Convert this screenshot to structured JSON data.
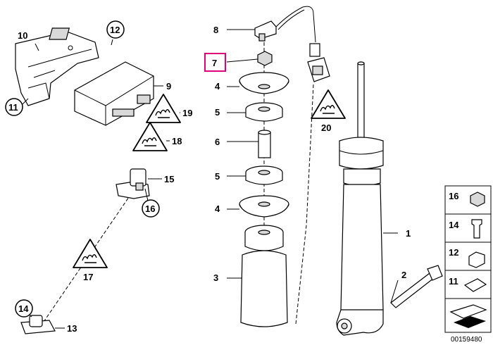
{
  "callouts": {
    "c1": "1",
    "c2": "2",
    "c3": "3",
    "c4a": "4",
    "c4b": "4",
    "c5a": "5",
    "c5b": "5",
    "c6": "6",
    "c7": "7",
    "c8": "8",
    "c9": "9",
    "c10": "10",
    "c11": "11",
    "c12": "12",
    "c13": "13",
    "c14": "14",
    "c15": "15",
    "c16": "16",
    "c17": "17",
    "c18": "18",
    "c19": "19",
    "c20": "20"
  },
  "legend": {
    "l16": "16",
    "l14": "14",
    "l12": "12",
    "l11": "11"
  },
  "reference": "00159480",
  "colors": {
    "highlight": "#e0007a",
    "stroke": "#000000",
    "shade": "#d9d9d9"
  },
  "icons": [
    "warning-triangle-icon"
  ]
}
